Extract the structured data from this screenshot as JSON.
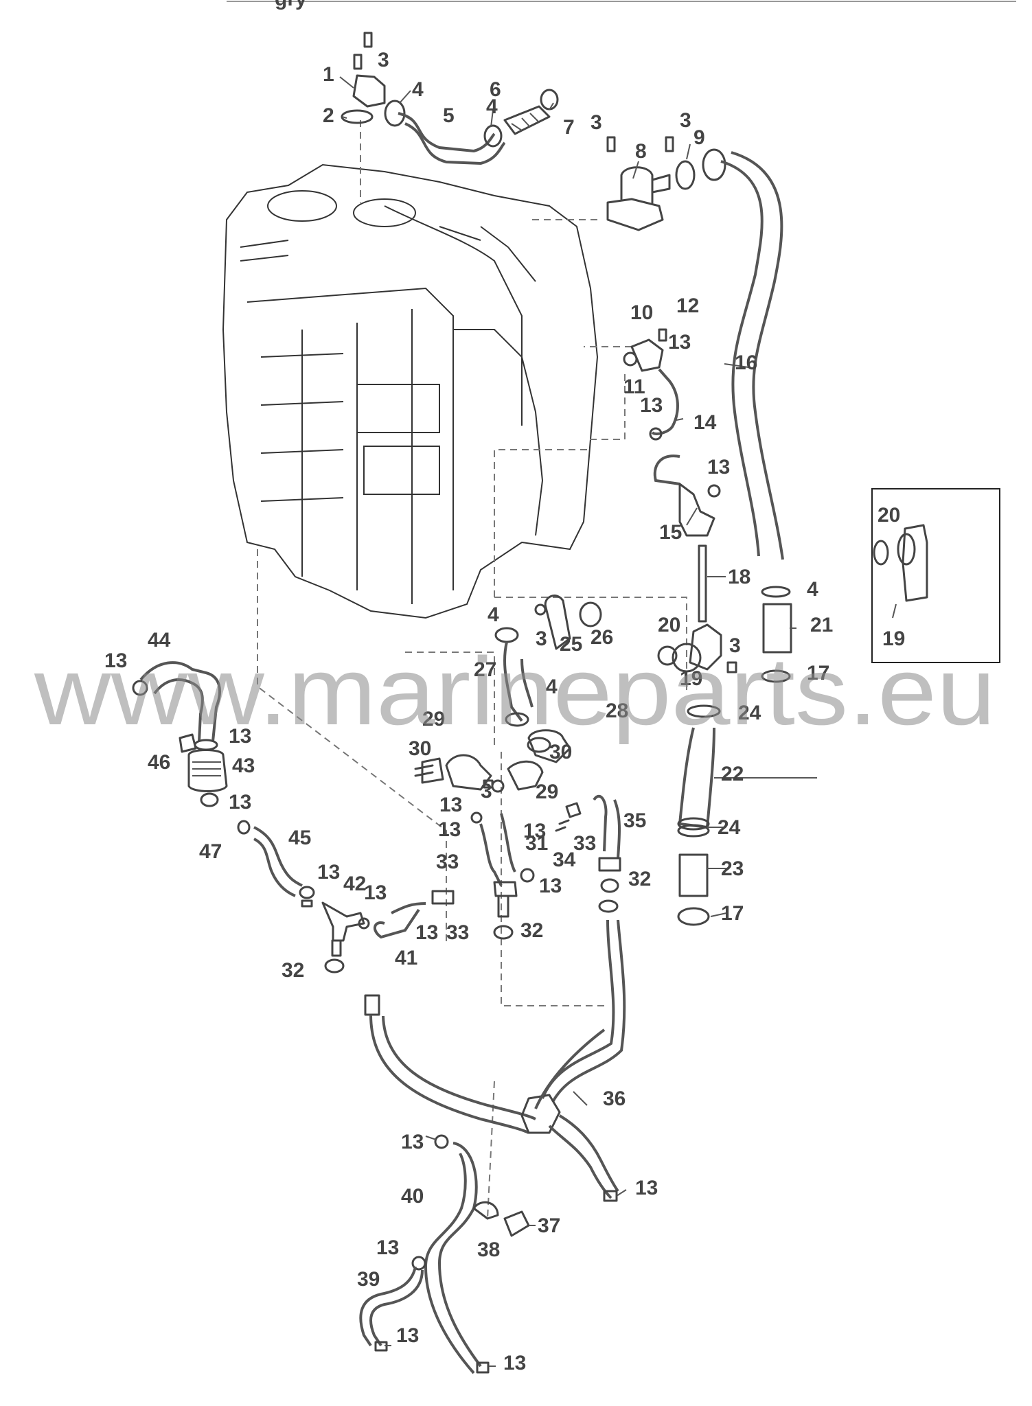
{
  "header_fragment": "gry",
  "watermark": "www.marineparts.eu",
  "inset": {
    "labels": [
      "20",
      "19"
    ]
  },
  "callouts": [
    "3",
    "1",
    "2",
    "4",
    "5",
    "4",
    "6",
    "7",
    "3",
    "3",
    "9",
    "8",
    "10",
    "12",
    "13",
    "11",
    "16",
    "13",
    "14",
    "13",
    "15",
    "18",
    "4",
    "21",
    "20",
    "3",
    "19",
    "17",
    "24",
    "4",
    "3",
    "25",
    "26",
    "27",
    "4",
    "28",
    "29",
    "30",
    "30",
    "29",
    "3",
    "13",
    "13",
    "13",
    "35",
    "33",
    "34",
    "31",
    "13",
    "32",
    "32",
    "22",
    "24",
    "23",
    "17",
    "44",
    "13",
    "13",
    "46",
    "43",
    "13",
    "47",
    "45",
    "13",
    "42",
    "13",
    "33",
    "13",
    "33",
    "41",
    "32",
    "36",
    "13",
    "13",
    "40",
    "37",
    "38",
    "13",
    "39",
    "13",
    "13"
  ]
}
